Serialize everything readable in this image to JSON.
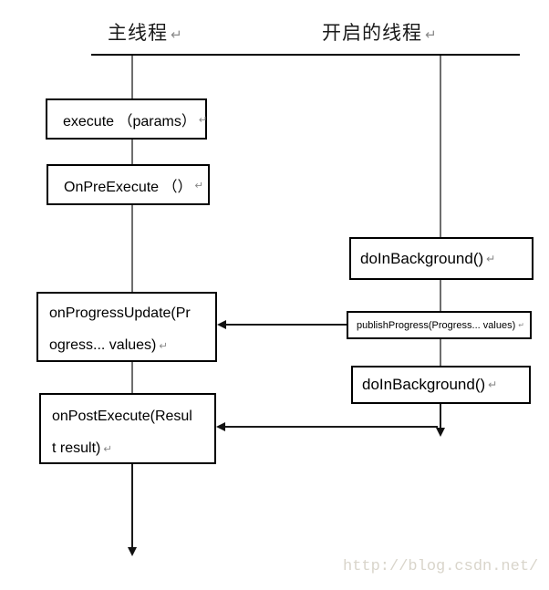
{
  "diagram": {
    "title_context": "AsyncTask thread flow diagram",
    "headers": {
      "main_thread": "主线程",
      "worker_thread": "开启的线程"
    },
    "boxes": {
      "execute": {
        "lines": [
          "execute （params）"
        ]
      },
      "on_pre_execute": {
        "lines": [
          "OnPreExecute （） "
        ]
      },
      "on_progress_update": {
        "lines": [
          "onProgressUpdate(Pr",
          "ogress... values)"
        ]
      },
      "on_post_execute": {
        "lines": [
          "onPostExecute(Resul",
          "t result)"
        ]
      },
      "do_in_background_1": {
        "lines": [
          "doInBackground()"
        ]
      },
      "publish_progress": {
        "lines": [
          "publishProgress(Progress... values)"
        ]
      },
      "do_in_background_2": {
        "lines": [
          "doInBackground()"
        ]
      }
    },
    "return_mark": "↵",
    "watermark": "http://blog.csdn.net/",
    "colors": {
      "box_border": "#000000",
      "lifeline": "#6e6e6e",
      "arrow": "#111111",
      "return_mark": "#8a8a8a",
      "watermark": "#d9d5cb",
      "background": "#ffffff"
    }
  }
}
